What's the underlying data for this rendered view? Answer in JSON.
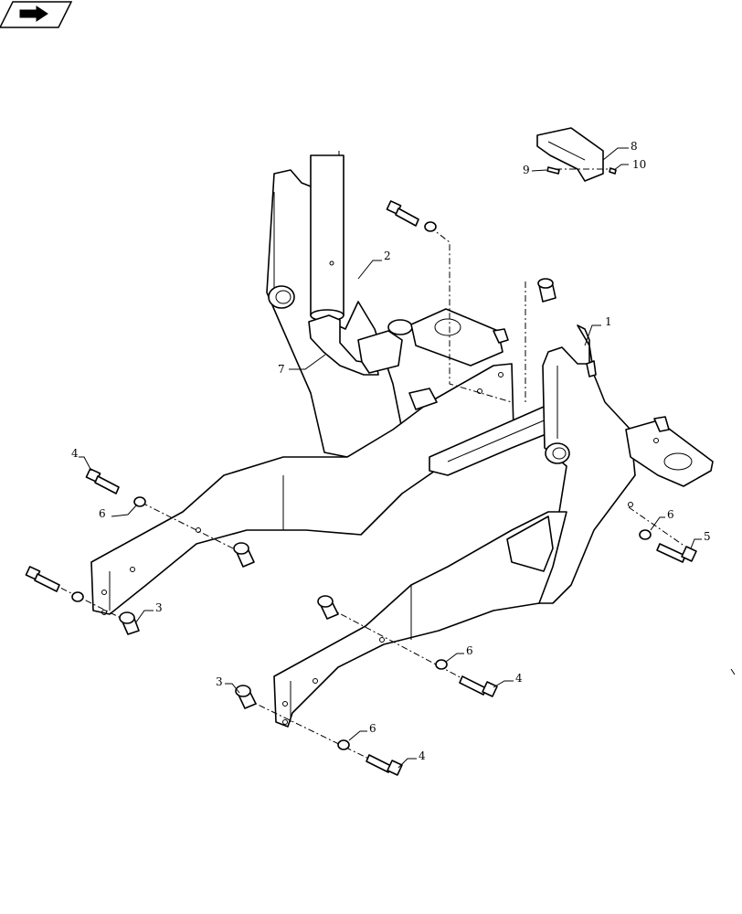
{
  "nav": {
    "icon": "arrow-hand-icon"
  },
  "callouts": [
    {
      "label": "1"
    },
    {
      "label": "2"
    },
    {
      "label": "3"
    },
    {
      "label": "3"
    },
    {
      "label": "4"
    },
    {
      "label": "4"
    },
    {
      "label": "4"
    },
    {
      "label": "5"
    },
    {
      "label": "6"
    },
    {
      "label": "6"
    },
    {
      "label": "6"
    },
    {
      "label": "6"
    },
    {
      "label": "7"
    },
    {
      "label": "8"
    },
    {
      "label": "9"
    },
    {
      "label": "10"
    }
  ]
}
